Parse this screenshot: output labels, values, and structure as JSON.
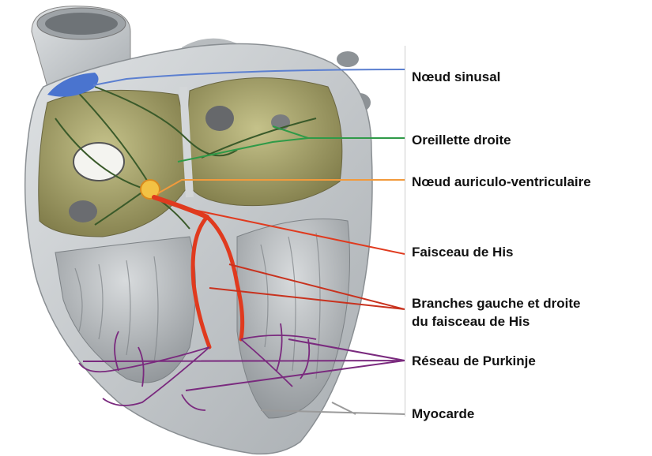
{
  "labels": {
    "sa_node": "Nœud sinusal",
    "right_atrium": "Oreillette droite",
    "av_node": "Nœud auriculo-ventriculaire",
    "bundle_his": "Faisceau de His",
    "branches_line1": "Branches gauche et droite",
    "branches_line2": "du faisceau de His",
    "purkinje": "Réseau de Purkinje",
    "myocardium": "Myocarde"
  },
  "colors": {
    "sa_node": "#5b7fd0",
    "right_atrium": "#2f9a48",
    "av_node": "#f29a3c",
    "his": "#e03a1e",
    "purkinje": "#7a2a7e",
    "myocardium": "#9a9a9a",
    "heart_wall": "#c9cdd0",
    "atrium_fill": "#a9a46a"
  }
}
